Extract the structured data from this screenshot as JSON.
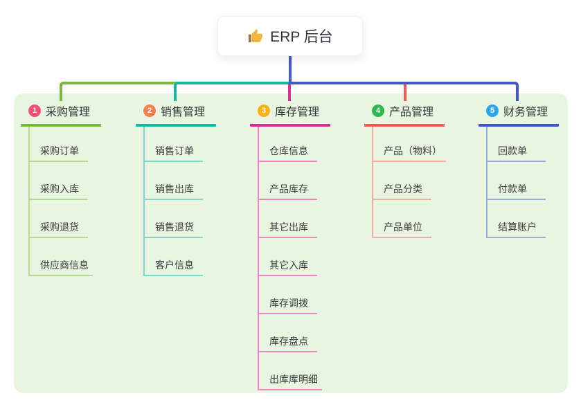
{
  "root": {
    "title": "ERP 后台",
    "icon": "thumbs-up"
  },
  "branches": [
    {
      "index": "1",
      "title": "采购管理",
      "color": "#7cb840",
      "light": "#b7db93",
      "badge": "#f4516f",
      "children": [
        "采购订单",
        "采购入库",
        "采购退货",
        "供应商信息"
      ]
    },
    {
      "index": "2",
      "title": "销售管理",
      "color": "#14b8a6",
      "light": "#82d7cc",
      "badge": "#f67d4c",
      "children": [
        "销售订单",
        "销售出库",
        "销售退货",
        "客户信息"
      ]
    },
    {
      "index": "3",
      "title": "库存管理",
      "color": "#d63097",
      "light": "#ee86c4",
      "badge": "#f9b115",
      "children": [
        "仓库信息",
        "产品库存",
        "其它出库",
        "其它入库",
        "库存调拨",
        "库存盘点",
        "出库库明细"
      ]
    },
    {
      "index": "4",
      "title": "产品管理",
      "color": "#f25855",
      "light": "#f8a9a2",
      "badge": "#2eb84e",
      "children": [
        "产品（物料）",
        "产品分类",
        "产品单位"
      ]
    },
    {
      "index": "5",
      "title": "财务管理",
      "color": "#4157c9",
      "light": "#9aabdc",
      "badge": "#2ea7e9",
      "children": [
        "回款单",
        "付款单",
        "结算账户"
      ]
    }
  ],
  "colors": {
    "connector_blue": "#4659cb",
    "panel_bg": "#e8f5e1",
    "thumb_hand": "#f2b83e",
    "thumb_cuff": "#a9703f"
  }
}
